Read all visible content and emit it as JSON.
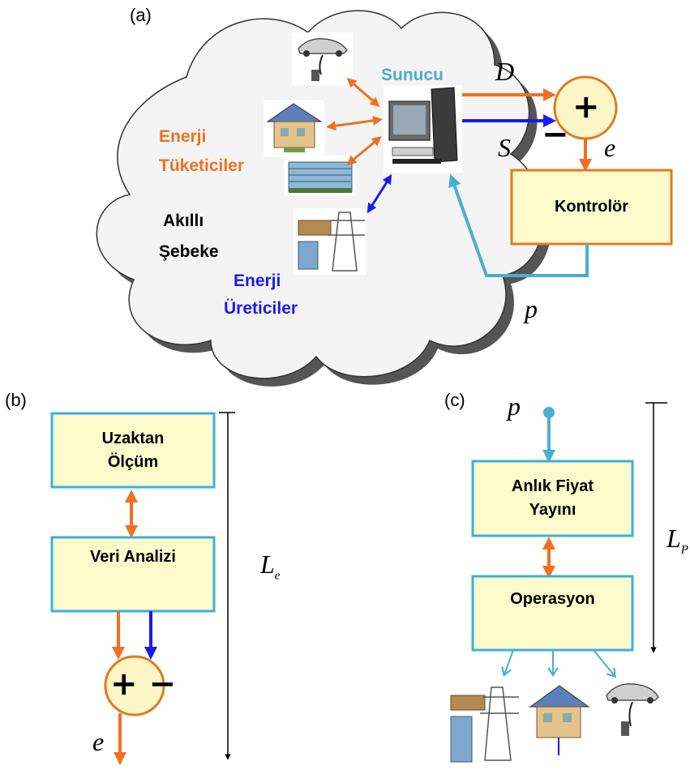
{
  "panels": {
    "a": "(a)",
    "b": "(b)",
    "c": "(c)"
  },
  "cloud": {
    "consumers_line1": "Enerji",
    "consumers_line2": "Tüketiciler",
    "grid_line1": "Akıllı",
    "grid_line2": "Şebeke",
    "producers_line1": "Enerji",
    "producers_line2": "Üreticiler",
    "server": "Sunucu"
  },
  "symbols": {
    "D": "D",
    "S": "S",
    "e": "e",
    "p": "p",
    "L": "L",
    "L_sub_b": "e",
    "L_sub_c": "P"
  },
  "boxes": {
    "controller": "Kontrolör",
    "remote_line1": "Uzaktan",
    "remote_line2": "Ölçüm",
    "analysis": "Veri Analizi",
    "price_line1": "Anlık Fiyat",
    "price_line2": "Yayını",
    "operation": "Operasyon"
  },
  "summing": {
    "plus": "+",
    "minus": "−",
    "plus_minus": "+ −"
  },
  "colors": {
    "orange": "#f07020",
    "blue": "#1a1aee",
    "cyan": "#4aaed0",
    "box_fill": "#fdfacc",
    "box_border_orange": "#e07a22",
    "box_border_cyan": "#3ab0e0",
    "cloud_fill": "#f4f4f4"
  },
  "icons": [
    "electric-car-icon",
    "solar-house-icon",
    "office-building-icon",
    "power-plant-icon",
    "computer-server-icon"
  ]
}
